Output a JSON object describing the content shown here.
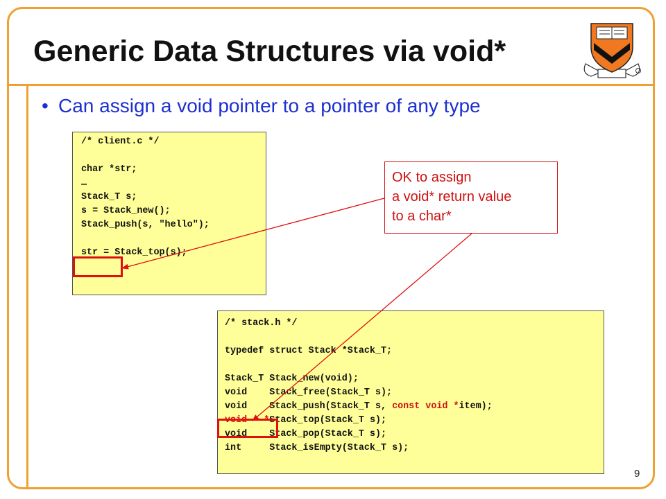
{
  "slide": {
    "title": "Generic Data Structures via void*",
    "bullet": "Can assign a void pointer to a pointer of any type",
    "page_number": "9"
  },
  "logo": {
    "icon": "princeton-shield-logo",
    "colors": {
      "shield": "#f07820",
      "chevron": "#111111"
    }
  },
  "client_code": {
    "lines": [
      "/* client.c */",
      "",
      "char *str;",
      "…",
      "Stack_T s;",
      "s = Stack_new();",
      "Stack_push(s, \"hello\");",
      "",
      "str = Stack_top(s);"
    ]
  },
  "stack_code": {
    "lines": [
      "/* stack.h */",
      "",
      "typedef struct Stack *Stack_T;",
      "",
      "Stack_T Stack_new(void);",
      "void    Stack_free(Stack_T s);"
    ],
    "push_line": {
      "before": "void    Stack_push(Stack_T s, ",
      "red": "const void *",
      "after": "item);"
    },
    "top_line": {
      "red": "void   *",
      "after": "Stack_top(Stack_T s);"
    },
    "tail_lines": [
      "void    Stack_pop(Stack_T s);",
      "int     Stack_isEmpty(Stack_T s);"
    ]
  },
  "callout": {
    "lines": [
      "OK to assign",
      "a void* return value",
      "to a char*"
    ]
  },
  "colors": {
    "frame": "#f0a030",
    "bullet_text": "#1c2fd0",
    "code_background": "#ffff99",
    "highlight": "#e01010"
  }
}
